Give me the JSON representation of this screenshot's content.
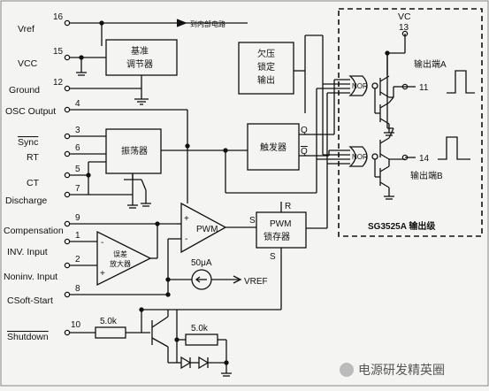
{
  "pins": {
    "vref": {
      "label": "Vref",
      "num": "16"
    },
    "vcc": {
      "label": "VCC",
      "num": "15"
    },
    "ground": {
      "label": "Ground",
      "num": "12"
    },
    "osc_output": {
      "label": "OSC Output",
      "num": "4"
    },
    "sync": {
      "label": "Sync",
      "num": "3"
    },
    "rt": {
      "label": "RT",
      "num": "6"
    },
    "ct": {
      "label": "CT",
      "num": "5"
    },
    "discharge": {
      "label": "Discharge",
      "num": "7"
    },
    "compensation": {
      "label": "Compensation",
      "num": "9"
    },
    "inv_input": {
      "label": "INV. Input",
      "num": "1"
    },
    "noninv_input": {
      "label": "Noninv. Input",
      "num": "2"
    },
    "csoft_start": {
      "label": "CSoft-Start",
      "num": "8"
    },
    "shutdown": {
      "label": "Shutdown",
      "num": "10"
    },
    "vc": {
      "label": "VC",
      "num": "13"
    },
    "out_a": {
      "num": "11"
    },
    "out_b": {
      "num": "14"
    }
  },
  "blocks": {
    "reference_line1": "基准",
    "reference_line2": "调节器",
    "to_internal": "到内部电路",
    "uvlo_line1": "欠压",
    "uvlo_line2": "锁定",
    "uvlo_line3": "输出",
    "oscillator": "振荡器",
    "flipflop": "触发器",
    "flipflop_q": "Q",
    "flipflop_qbar": "Q",
    "pwm_comparator": "PWM",
    "comp_plus": "+",
    "comp_minus": "-",
    "latch_line1": "PWM",
    "latch_line2": "锁存器",
    "latch_s1": "S",
    "latch_r": "R",
    "latch_s2": "S",
    "erramp_line1": "误差",
    "erramp_line2": "放大器",
    "erramp_minus": "-",
    "erramp_plus": "+",
    "current_source": "50μA",
    "vref_arrow": "VREF",
    "resistor1": "5.0k",
    "resistor2": "5.0k",
    "nor_a": "NOR",
    "nor_b": "NOR",
    "output_a": "输出端A",
    "output_b": "输出端B",
    "output_stage": "SG3525A 输出级"
  },
  "watermark": "电源研发精英圈"
}
